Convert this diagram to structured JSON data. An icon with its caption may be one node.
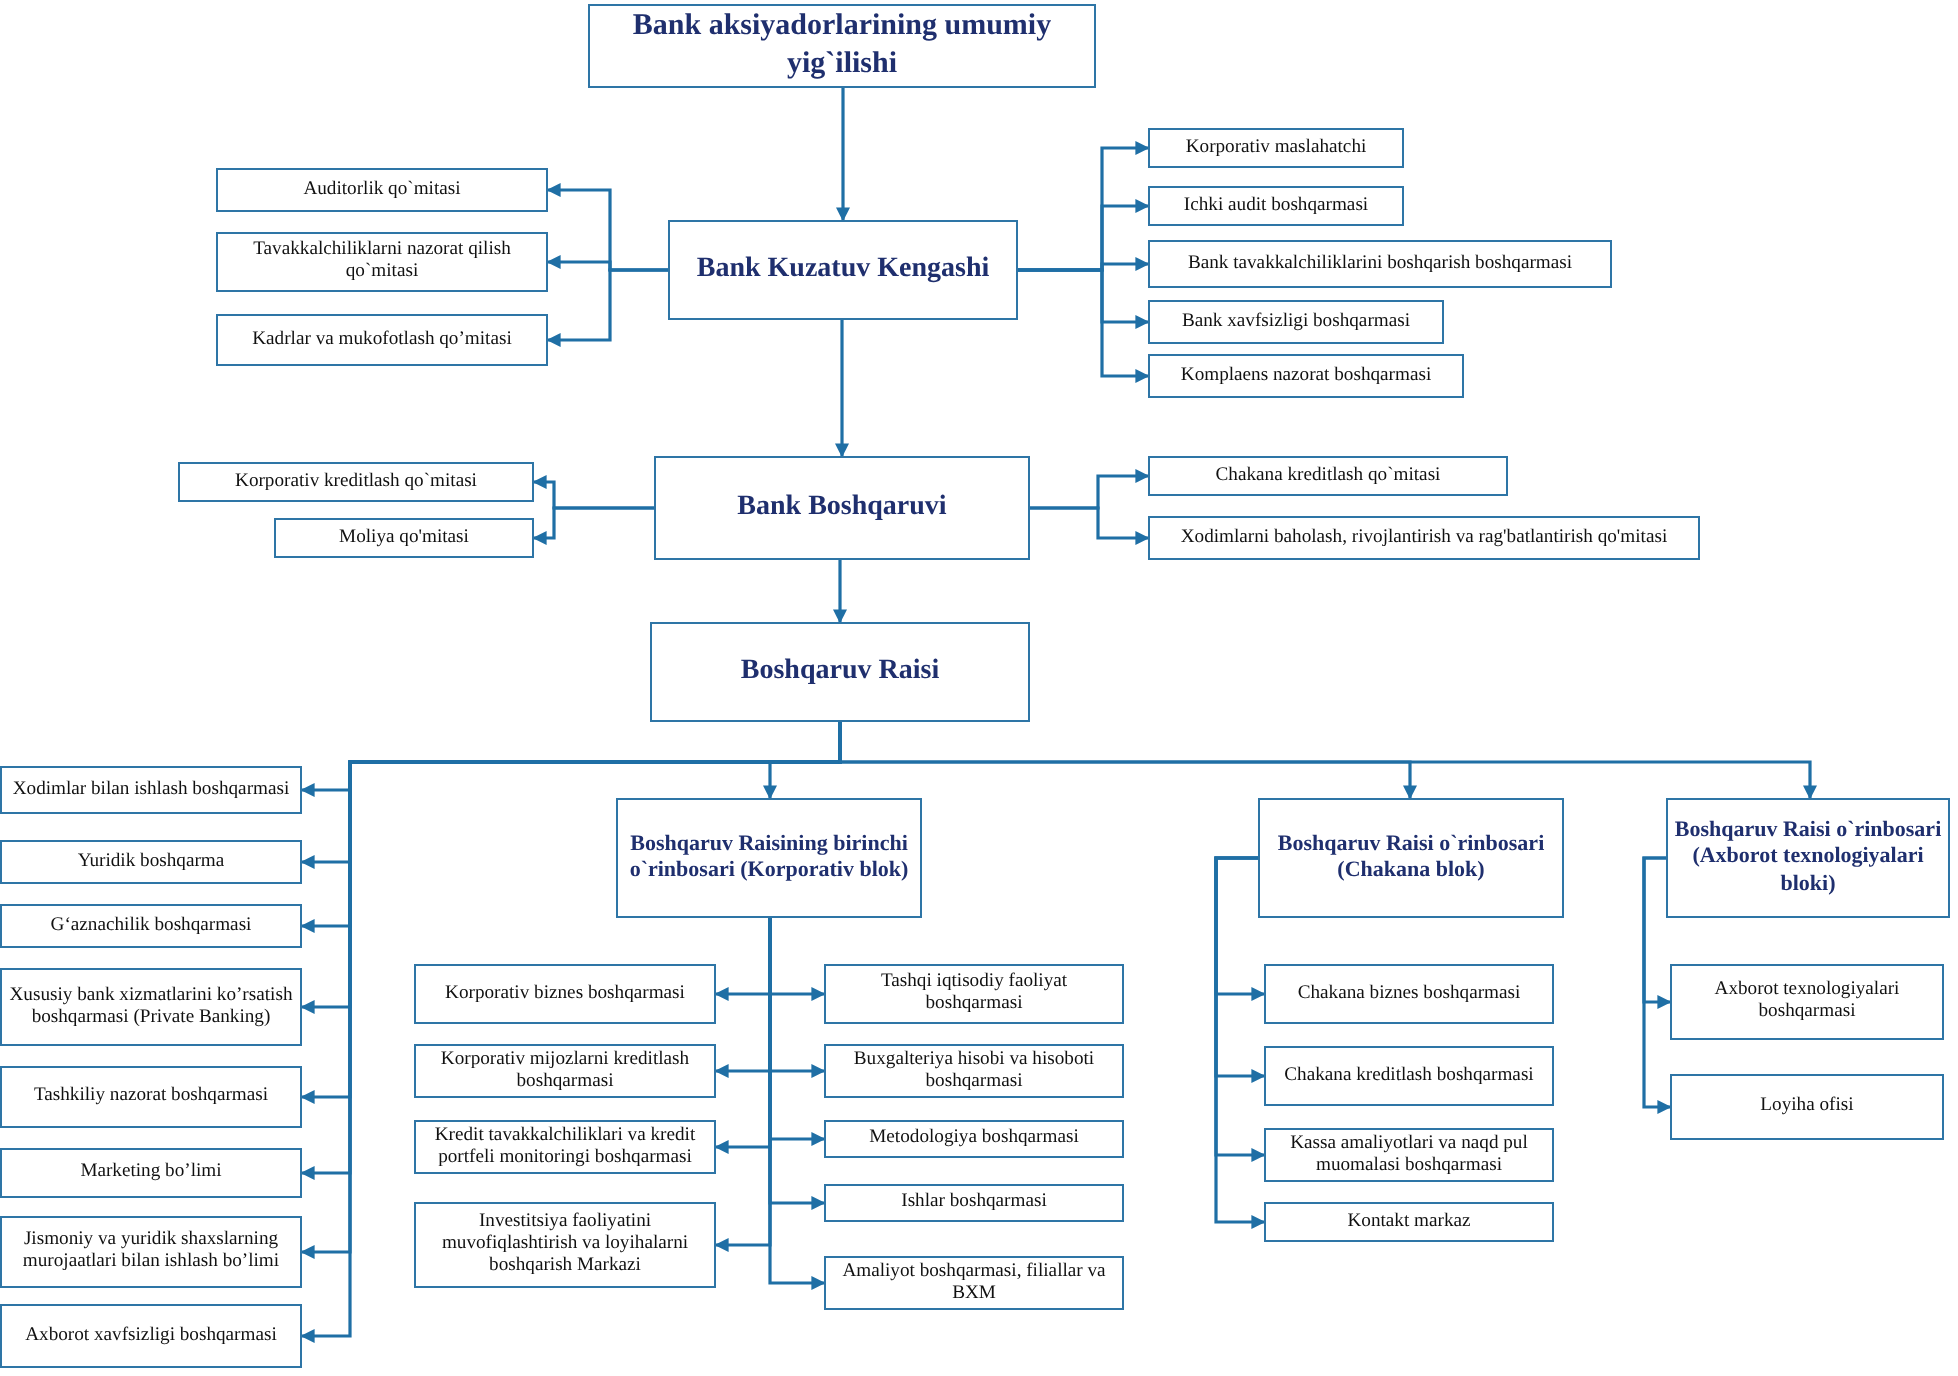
{
  "diagram": {
    "nodes": [
      {
        "text": [
          "Bank aksiyadorlarining umumiy yig`ilishi"
        ]
      },
      {
        "text": [
          "Bank Kuzatuv Kengashi"
        ]
      },
      {
        "text": [
          "Auditorlik qo`mitasi"
        ]
      },
      {
        "text": [
          "Tavakkalchiliklarni nazorat qilish qo`mitasi"
        ]
      },
      {
        "text": [
          "Kadrlar va mukofotlash qo’mitasi"
        ]
      },
      {
        "text": [
          "Korporativ maslahatchi"
        ]
      },
      {
        "text": [
          "Ichki audit boshqarmasi"
        ]
      },
      {
        "text": [
          "Bank tavakkalchiliklarini boshqarish boshqarmasi"
        ]
      },
      {
        "text": [
          "Bank xavfsizligi boshqarmasi"
        ]
      },
      {
        "text": [
          "Komplaens nazorat boshqarmasi"
        ]
      },
      {
        "text": [
          "Bank Boshqaruvi"
        ]
      },
      {
        "text": [
          "Korporativ kreditlash qo`mitasi"
        ]
      },
      {
        "text": [
          "Moliya qo'mitasi"
        ]
      },
      {
        "text": [
          "Chakana kreditlash qo`mitasi"
        ]
      },
      {
        "text": [
          "Xodimlarni baholash, rivojlantirish va rag'batlantirish qo'mitasi"
        ]
      },
      {
        "text": [
          "Boshqaruv Raisi"
        ]
      },
      {
        "text": [
          "Xodimlar bilan ishlash boshqarmasi"
        ]
      },
      {
        "text": [
          "Yuridik boshqarma"
        ]
      },
      {
        "text": [
          "G‘aznachilik boshqarmasi"
        ]
      },
      {
        "text": [
          "Xususiy bank xizmatlarini ko’rsatish boshqarmasi (Private Banking)"
        ]
      },
      {
        "text": [
          "Tashkiliy nazorat boshqarmasi"
        ]
      },
      {
        "text": [
          "Marketing bo’limi"
        ]
      },
      {
        "text": [
          "Jismoniy va yuridik shaxslarning murojaatlari bilan ishlash bo’limi"
        ]
      },
      {
        "text": [
          "Axborot xavfsizligi boshqarmasi"
        ]
      },
      {
        "text": [
          "Boshqaruv Raisining birinchi o`rinbosari (Korporativ blok)"
        ]
      },
      {
        "text": [
          "Korporativ biznes boshqarmasi"
        ]
      },
      {
        "text": [
          "Korporativ mijozlarni kreditlash boshqarmasi"
        ]
      },
      {
        "text": [
          "Kredit tavakkalchiliklari va kredit portfeli monitoringi boshqarmasi"
        ]
      },
      {
        "text": [
          "Investitsiya faoliyatini muvofiqlashtirish va loyihalarni boshqarish Markazi"
        ]
      },
      {
        "text": [
          "Tashqi iqtisodiy faoliyat boshqarmasi"
        ]
      },
      {
        "text": [
          "Buxgalteriya hisobi va hisoboti boshqarmasi"
        ]
      },
      {
        "text": [
          "Metodologiya boshqarmasi"
        ]
      },
      {
        "text": [
          "Ishlar boshqarmasi"
        ]
      },
      {
        "text": [
          "Amaliyot boshqarmasi, filiallar va BXM"
        ]
      },
      {
        "text": [
          "Boshqaruv Raisi o`rinbosari (Chakana blok)"
        ]
      },
      {
        "text": [
          "Chakana biznes boshqarmasi"
        ]
      },
      {
        "text": [
          "Chakana kreditlash boshqarmasi"
        ]
      },
      {
        "text": [
          "Kassa amaliyotlari va naqd pul muomalasi boshqarmasi"
        ]
      },
      {
        "text": [
          "Kontakt markaz"
        ]
      },
      {
        "text": [
          "Boshqaruv Raisi o`rinbosari (Axborot texnologiyalari bloki)"
        ]
      },
      {
        "text": [
          "Axborot texnologiyalari boshqarmasi"
        ]
      },
      {
        "text": [
          "Loyiha ofisi"
        ]
      }
    ],
    "edges": [
      {
        "from": 0,
        "to": 1,
        "arrow": "to"
      },
      {
        "from": 1,
        "to": 2,
        "arrow": "to"
      },
      {
        "from": 1,
        "to": 3,
        "arrow": "to"
      },
      {
        "from": 1,
        "to": 4,
        "arrow": "to"
      },
      {
        "from": 1,
        "to": 5,
        "arrow": "to"
      },
      {
        "from": 1,
        "to": 6,
        "arrow": "to"
      },
      {
        "from": 1,
        "to": 7,
        "arrow": "to"
      },
      {
        "from": 1,
        "to": 8,
        "arrow": "to"
      },
      {
        "from": 1,
        "to": 9,
        "arrow": "to"
      },
      {
        "from": 1,
        "to": 10,
        "arrow": "to"
      },
      {
        "from": 10,
        "to": 11,
        "arrow": "to"
      },
      {
        "from": 10,
        "to": 12,
        "arrow": "to"
      },
      {
        "from": 10,
        "to": 13,
        "arrow": "to"
      },
      {
        "from": 10,
        "to": 14,
        "arrow": "to"
      },
      {
        "from": 10,
        "to": 15,
        "arrow": "to"
      },
      {
        "from": 15,
        "to": 16,
        "arrow": "to"
      },
      {
        "from": 15,
        "to": 17,
        "arrow": "to"
      },
      {
        "from": 15,
        "to": 18,
        "arrow": "to"
      },
      {
        "from": 15,
        "to": 19,
        "arrow": "to"
      },
      {
        "from": 15,
        "to": 20,
        "arrow": "to"
      },
      {
        "from": 15,
        "to": 21,
        "arrow": "to"
      },
      {
        "from": 15,
        "to": 22,
        "arrow": "to"
      },
      {
        "from": 15,
        "to": 23,
        "arrow": "to"
      },
      {
        "from": 15,
        "to": 24,
        "arrow": "to"
      },
      {
        "from": 24,
        "to": 25,
        "arrow": "to"
      },
      {
        "from": 24,
        "to": 26,
        "arrow": "to"
      },
      {
        "from": 24,
        "to": 27,
        "arrow": "to"
      },
      {
        "from": 24,
        "to": 28,
        "arrow": "to"
      },
      {
        "from": 24,
        "to": 29,
        "arrow": "to"
      },
      {
        "from": 24,
        "to": 30,
        "arrow": "to"
      },
      {
        "from": 24,
        "to": 31,
        "arrow": "to"
      },
      {
        "from": 24,
        "to": 32,
        "arrow": "to"
      },
      {
        "from": 24,
        "to": 33,
        "arrow": "to"
      },
      {
        "from": 15,
        "to": 34,
        "arrow": "to"
      },
      {
        "from": 34,
        "to": 35,
        "arrow": "to"
      },
      {
        "from": 34,
        "to": 36,
        "arrow": "to"
      },
      {
        "from": 34,
        "to": 37,
        "arrow": "to"
      },
      {
        "from": 34,
        "to": 38,
        "arrow": "to"
      },
      {
        "from": 15,
        "to": 39,
        "arrow": "to"
      },
      {
        "from": 39,
        "to": 40,
        "arrow": "to"
      },
      {
        "from": 39,
        "to": 41,
        "arrow": "to"
      }
    ]
  }
}
